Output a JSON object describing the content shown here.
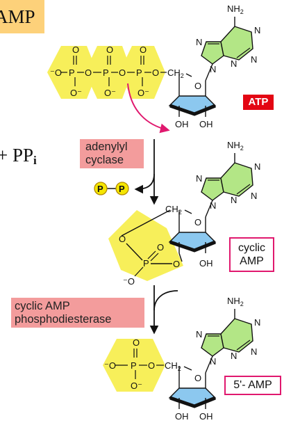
{
  "header": {
    "text": "AMP"
  },
  "side_text": {
    "pp": "+ PP",
    "pp_sub": "i"
  },
  "enzymes": {
    "adenylyl_cyclase": [
      "adenylyl",
      "cyclase"
    ],
    "phosphodiesterase": [
      "cyclic AMP",
      "phosphodiesterase"
    ]
  },
  "molecule_labels": {
    "atp": "ATP",
    "cyclic_amp": [
      "cyclic",
      "AMP"
    ],
    "five_prime_amp": "5'- AMP"
  },
  "pyrophosphate": {
    "p_label": "P"
  },
  "atoms": {
    "nh2": "NH",
    "nh2_sub": "2",
    "n": "N",
    "o": "O",
    "p": "P",
    "o_minus": "O⁻",
    "minus_o": "⁻O",
    "oh": "OH",
    "ch2": "CH",
    "ch2_sub": "2"
  },
  "colors": {
    "phosphate_fill": "#f7ef5a",
    "adenine_fill": "#b3e686",
    "ribose_fill": "#8cc8ef",
    "enzyme_fill": "#f39c9c",
    "atp_tag": "#e30613",
    "tag_border": "#e0186e",
    "header_fill": "#fdd17a",
    "arrow_magenta": "#e0186e"
  }
}
